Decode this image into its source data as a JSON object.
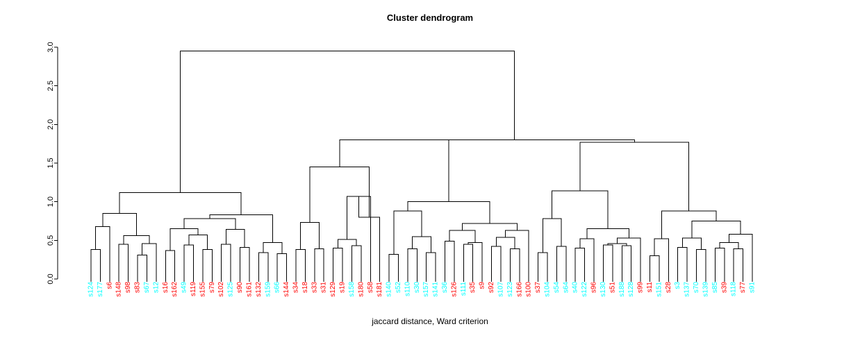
{
  "chart_data": {
    "type": "dendrogram",
    "title": "Cluster dendrogram",
    "xlabel": "jaccard distance, Ward criterion",
    "ylabel": "",
    "ylim": [
      0,
      3
    ],
    "yticks": [
      "0.0",
      "0.5",
      "1.0",
      "1.5",
      "2.0",
      "2.5",
      "3.0"
    ],
    "ytick_values": [
      0,
      0.5,
      1,
      1.5,
      2,
      2.5,
      3
    ],
    "grid": false,
    "legend": null,
    "n_leaves": 72,
    "label_colors": {
      "cyan": "#00FFFF",
      "red": "#FF0000"
    },
    "leaves": [
      {
        "label": "s124",
        "color": "cyan"
      },
      {
        "label": "s177",
        "color": "cyan"
      },
      {
        "label": "s6",
        "color": "red"
      },
      {
        "label": "s148",
        "color": "red"
      },
      {
        "label": "s98",
        "color": "red"
      },
      {
        "label": "s83",
        "color": "red"
      },
      {
        "label": "s67",
        "color": "cyan"
      },
      {
        "label": "s12",
        "color": "cyan"
      },
      {
        "label": "s16",
        "color": "red"
      },
      {
        "label": "s162",
        "color": "red"
      },
      {
        "label": "s49",
        "color": "cyan"
      },
      {
        "label": "s119",
        "color": "red"
      },
      {
        "label": "s155",
        "color": "red"
      },
      {
        "label": "s79",
        "color": "red"
      },
      {
        "label": "s102",
        "color": "red"
      },
      {
        "label": "s125",
        "color": "cyan"
      },
      {
        "label": "s90",
        "color": "red"
      },
      {
        "label": "s161",
        "color": "red"
      },
      {
        "label": "s132",
        "color": "red"
      },
      {
        "label": "s159",
        "color": "cyan"
      },
      {
        "label": "s66",
        "color": "cyan"
      },
      {
        "label": "s144",
        "color": "red"
      },
      {
        "label": "s34",
        "color": "red"
      },
      {
        "label": "s18",
        "color": "red"
      },
      {
        "label": "s33",
        "color": "red"
      },
      {
        "label": "s31",
        "color": "red"
      },
      {
        "label": "s129",
        "color": "red"
      },
      {
        "label": "s19",
        "color": "red"
      },
      {
        "label": "s158",
        "color": "cyan"
      },
      {
        "label": "s180",
        "color": "red"
      },
      {
        "label": "s58",
        "color": "red"
      },
      {
        "label": "s181",
        "color": "red"
      },
      {
        "label": "s140",
        "color": "cyan"
      },
      {
        "label": "s52",
        "color": "cyan"
      },
      {
        "label": "s110",
        "color": "cyan"
      },
      {
        "label": "s30",
        "color": "cyan"
      },
      {
        "label": "s157",
        "color": "cyan"
      },
      {
        "label": "s141",
        "color": "cyan"
      },
      {
        "label": "s36",
        "color": "cyan"
      },
      {
        "label": "s126",
        "color": "red"
      },
      {
        "label": "s111",
        "color": "cyan"
      },
      {
        "label": "s35",
        "color": "red"
      },
      {
        "label": "s9",
        "color": "red"
      },
      {
        "label": "s92",
        "color": "red"
      },
      {
        "label": "s107",
        "color": "cyan"
      },
      {
        "label": "s123",
        "color": "cyan"
      },
      {
        "label": "s166",
        "color": "red"
      },
      {
        "label": "s100",
        "color": "red"
      },
      {
        "label": "s37",
        "color": "red"
      },
      {
        "label": "s104",
        "color": "cyan"
      },
      {
        "label": "s54",
        "color": "cyan"
      },
      {
        "label": "s64",
        "color": "cyan"
      },
      {
        "label": "s40",
        "color": "cyan"
      },
      {
        "label": "s122",
        "color": "cyan"
      },
      {
        "label": "s96",
        "color": "red"
      },
      {
        "label": "s130",
        "color": "cyan"
      },
      {
        "label": "s51",
        "color": "red"
      },
      {
        "label": "s188",
        "color": "cyan"
      },
      {
        "label": "s128",
        "color": "cyan"
      },
      {
        "label": "s99",
        "color": "red"
      },
      {
        "label": "s11",
        "color": "red"
      },
      {
        "label": "s151",
        "color": "cyan"
      },
      {
        "label": "s28",
        "color": "red"
      },
      {
        "label": "s3",
        "color": "cyan"
      },
      {
        "label": "s137",
        "color": "cyan"
      },
      {
        "label": "s70",
        "color": "cyan"
      },
      {
        "label": "s139",
        "color": "cyan"
      },
      {
        "label": "s85",
        "color": "cyan"
      },
      {
        "label": "s39",
        "color": "red"
      },
      {
        "label": "s118",
        "color": "cyan"
      },
      {
        "label": "s77",
        "color": "red"
      },
      {
        "label": "s91",
        "color": "cyan"
      }
    ],
    "merges": [
      {
        "id": "m1",
        "left": {
          "leaf": 0
        },
        "right": {
          "leaf": 1
        },
        "height": 0.38
      },
      {
        "id": "m2",
        "left": {
          "node": "m1"
        },
        "right": {
          "leaf": 2
        },
        "height": 0.68
      },
      {
        "id": "m3",
        "left": {
          "leaf": 3
        },
        "right": {
          "leaf": 4
        },
        "height": 0.45
      },
      {
        "id": "m4",
        "left": {
          "leaf": 5
        },
        "right": {
          "leaf": 6
        },
        "height": 0.31
      },
      {
        "id": "m5",
        "left": {
          "node": "m4"
        },
        "right": {
          "leaf": 7
        },
        "height": 0.46
      },
      {
        "id": "m6",
        "left": {
          "node": "m3"
        },
        "right": {
          "node": "m5"
        },
        "height": 0.56
      },
      {
        "id": "m7",
        "left": {
          "node": "m2"
        },
        "right": {
          "node": "m6"
        },
        "height": 0.85
      },
      {
        "id": "m8",
        "left": {
          "leaf": 8
        },
        "right": {
          "leaf": 9
        },
        "height": 0.37
      },
      {
        "id": "m9",
        "left": {
          "leaf": 10
        },
        "right": {
          "leaf": 11
        },
        "height": 0.44
      },
      {
        "id": "m10",
        "left": {
          "leaf": 12
        },
        "right": {
          "leaf": 13
        },
        "height": 0.38
      },
      {
        "id": "m11",
        "left": {
          "node": "m9"
        },
        "right": {
          "node": "m10"
        },
        "height": 0.57
      },
      {
        "id": "m12",
        "left": {
          "node": "m8"
        },
        "right": {
          "node": "m11"
        },
        "height": 0.65
      },
      {
        "id": "m13",
        "left": {
          "leaf": 14
        },
        "right": {
          "leaf": 15
        },
        "height": 0.45
      },
      {
        "id": "m14",
        "left": {
          "leaf": 16
        },
        "right": {
          "leaf": 17
        },
        "height": 0.41
      },
      {
        "id": "m15",
        "left": {
          "node": "m13"
        },
        "right": {
          "node": "m14"
        },
        "height": 0.64
      },
      {
        "id": "m16",
        "left": {
          "node": "m12"
        },
        "right": {
          "node": "m15"
        },
        "height": 0.78
      },
      {
        "id": "m17",
        "left": {
          "leaf": 18
        },
        "right": {
          "leaf": 19
        },
        "height": 0.34
      },
      {
        "id": "m18",
        "left": {
          "leaf": 20
        },
        "right": {
          "leaf": 21
        },
        "height": 0.33
      },
      {
        "id": "m19",
        "left": {
          "node": "m17"
        },
        "right": {
          "node": "m18"
        },
        "height": 0.47
      },
      {
        "id": "m20",
        "left": {
          "node": "m16"
        },
        "right": {
          "node": "m19"
        },
        "height": 0.83
      },
      {
        "id": "m21",
        "left": {
          "node": "m7"
        },
        "right": {
          "node": "m20"
        },
        "height": 1.12
      },
      {
        "id": "m22",
        "left": {
          "leaf": 22
        },
        "right": {
          "leaf": 23
        },
        "height": 0.38
      },
      {
        "id": "m23",
        "left": {
          "leaf": 24
        },
        "right": {
          "leaf": 25
        },
        "height": 0.39
      },
      {
        "id": "m24",
        "left": {
          "node": "m22"
        },
        "right": {
          "node": "m23"
        },
        "height": 0.73
      },
      {
        "id": "m25",
        "left": {
          "leaf": 26
        },
        "right": {
          "leaf": 27
        },
        "height": 0.4
      },
      {
        "id": "m26",
        "left": {
          "leaf": 28
        },
        "right": {
          "leaf": 29
        },
        "height": 0.43
      },
      {
        "id": "m27",
        "left": {
          "node": "m25"
        },
        "right": {
          "node": "m26"
        },
        "height": 0.51
      },
      {
        "id": "m28",
        "left": {
          "node": "m27"
        },
        "right": {
          "leaf": 30
        },
        "height": 1.07
      },
      {
        "id": "m29",
        "left": {
          "node": "m28"
        },
        "right": {
          "leaf": 31
        },
        "height": 0.8
      },
      {
        "id": "m30",
        "left": {
          "node": "m24"
        },
        "right": {
          "node": "m29"
        },
        "height": 1.45
      },
      {
        "id": "m31",
        "left": {
          "leaf": 32
        },
        "right": {
          "leaf": 33
        },
        "height": 0.32
      },
      {
        "id": "m32",
        "left": {
          "leaf": 34
        },
        "right": {
          "leaf": 35
        },
        "height": 0.39
      },
      {
        "id": "m33",
        "left": {
          "leaf": 36
        },
        "right": {
          "leaf": 37
        },
        "height": 0.34
      },
      {
        "id": "m34",
        "left": {
          "node": "m32"
        },
        "right": {
          "node": "m33"
        },
        "height": 0.55
      },
      {
        "id": "m35",
        "left": {
          "node": "m31"
        },
        "right": {
          "node": "m34"
        },
        "height": 0.88
      },
      {
        "id": "m36",
        "left": {
          "leaf": 38
        },
        "right": {
          "leaf": 39
        },
        "height": 0.49
      },
      {
        "id": "m37",
        "left": {
          "leaf": 40
        },
        "right": {
          "leaf": 41
        },
        "height": 0.45
      },
      {
        "id": "m38",
        "left": {
          "node": "m37"
        },
        "right": {
          "leaf": 42
        },
        "height": 0.47
      },
      {
        "id": "m39",
        "left": {
          "node": "m36"
        },
        "right": {
          "node": "m38"
        },
        "height": 0.63
      },
      {
        "id": "m40",
        "left": {
          "leaf": 43
        },
        "right": {
          "leaf": 44
        },
        "height": 0.42
      },
      {
        "id": "m41",
        "left": {
          "leaf": 45
        },
        "right": {
          "leaf": 46
        },
        "height": 0.39
      },
      {
        "id": "m42",
        "left": {
          "node": "m40"
        },
        "right": {
          "node": "m41"
        },
        "height": 0.54
      },
      {
        "id": "m43",
        "left": {
          "node": "m42"
        },
        "right": {
          "leaf": 47
        },
        "height": 0.63
      },
      {
        "id": "m44",
        "left": {
          "node": "m39"
        },
        "right": {
          "node": "m43"
        },
        "height": 0.72
      },
      {
        "id": "m45",
        "left": {
          "node": "m35"
        },
        "right": {
          "node": "m44"
        },
        "height": 1.0
      },
      {
        "id": "m46",
        "left": {
          "node": "m30"
        },
        "right": {
          "node": "m45"
        },
        "height": 1.8
      },
      {
        "id": "m47",
        "left": {
          "leaf": 48
        },
        "right": {
          "leaf": 49
        },
        "height": 0.34
      },
      {
        "id": "m48",
        "left": {
          "leaf": 50
        },
        "right": {
          "leaf": 51
        },
        "height": 0.42
      },
      {
        "id": "m49",
        "left": {
          "node": "m47"
        },
        "right": {
          "node": "m48"
        },
        "height": 0.78
      },
      {
        "id": "m50",
        "left": {
          "leaf": 52
        },
        "right": {
          "leaf": 53
        },
        "height": 0.4
      },
      {
        "id": "m51",
        "left": {
          "node": "m50"
        },
        "right": {
          "leaf": 54
        },
        "height": 0.52
      },
      {
        "id": "m52",
        "left": {
          "leaf": 55
        },
        "right": {
          "leaf": 56
        },
        "height": 0.44
      },
      {
        "id": "m53",
        "left": {
          "leaf": 57
        },
        "right": {
          "leaf": 58
        },
        "height": 0.43
      },
      {
        "id": "m54",
        "left": {
          "node": "m52"
        },
        "right": {
          "node": "m53"
        },
        "height": 0.46
      },
      {
        "id": "m55",
        "left": {
          "node": "m54"
        },
        "right": {
          "leaf": 59
        },
        "height": 0.53
      },
      {
        "id": "m56",
        "left": {
          "node": "m51"
        },
        "right": {
          "node": "m55"
        },
        "height": 0.65
      },
      {
        "id": "m57",
        "left": {
          "node": "m49"
        },
        "right": {
          "node": "m56"
        },
        "height": 1.14
      },
      {
        "id": "m58",
        "left": {
          "leaf": 60
        },
        "right": {
          "leaf": 61
        },
        "height": 0.3
      },
      {
        "id": "m59",
        "left": {
          "node": "m58"
        },
        "right": {
          "leaf": 62
        },
        "height": 0.52
      },
      {
        "id": "m60",
        "left": {
          "leaf": 63
        },
        "right": {
          "leaf": 64
        },
        "height": 0.41
      },
      {
        "id": "m61",
        "left": {
          "leaf": 65
        },
        "right": {
          "leaf": 66
        },
        "height": 0.38
      },
      {
        "id": "m62",
        "left": {
          "node": "m60"
        },
        "right": {
          "node": "m61"
        },
        "height": 0.53
      },
      {
        "id": "m63",
        "left": {
          "leaf": 67
        },
        "right": {
          "leaf": 68
        },
        "height": 0.4
      },
      {
        "id": "m64",
        "left": {
          "leaf": 69
        },
        "right": {
          "leaf": 70
        },
        "height": 0.39
      },
      {
        "id": "m65",
        "left": {
          "node": "m63"
        },
        "right": {
          "node": "m64"
        },
        "height": 0.47
      },
      {
        "id": "m66",
        "left": {
          "node": "m65"
        },
        "right": {
          "leaf": 71
        },
        "height": 0.58
      },
      {
        "id": "m67",
        "left": {
          "node": "m62"
        },
        "right": {
          "node": "m66"
        },
        "height": 0.75
      },
      {
        "id": "m68",
        "left": {
          "node": "m59"
        },
        "right": {
          "node": "m67"
        },
        "height": 0.88
      },
      {
        "id": "m69",
        "left": {
          "node": "m57"
        },
        "right": {
          "node": "m68"
        },
        "height": 1.77
      },
      {
        "id": "m70",
        "left": {
          "node": "m46"
        },
        "right": {
          "node": "m69"
        },
        "height": 1.8
      },
      {
        "id": "m71",
        "left": {
          "node": "m21"
        },
        "right": {
          "node": "m70"
        },
        "height": 2.95
      }
    ]
  }
}
